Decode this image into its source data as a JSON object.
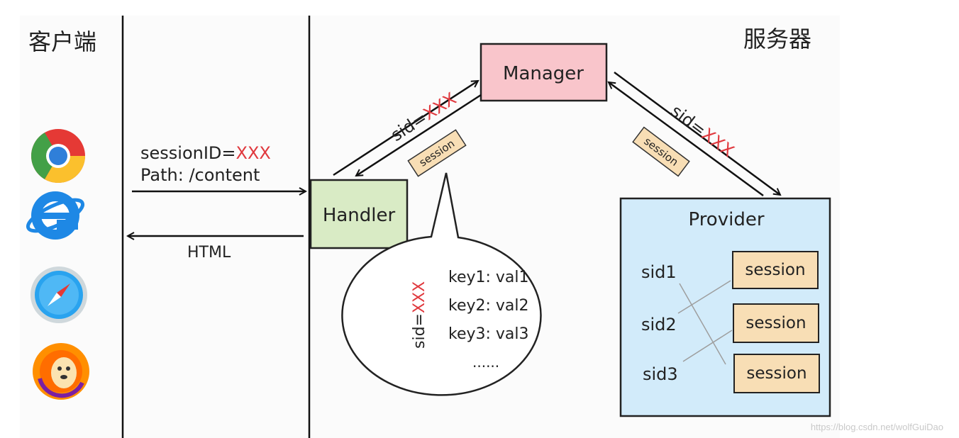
{
  "labels": {
    "client": "客户端",
    "server": "服务器",
    "manager": "Manager",
    "handler": "Handler",
    "provider": "Provider",
    "html": "HTML"
  },
  "request": {
    "session_key": "sessionID=",
    "session_val": "XXX",
    "path": "Path: /content"
  },
  "sid_tag": {
    "prefix": "sid=",
    "value": "XXX"
  },
  "session_tag": "session",
  "bubble": {
    "sid_prefix": "sid=",
    "sid_value": "XXX",
    "entries": [
      "key1: val1",
      "key2: val2",
      "key3: val3"
    ],
    "ellipsis": "......"
  },
  "provider_rows": [
    {
      "sid": "sid1",
      "session": "session"
    },
    {
      "sid": "sid2",
      "session": "session"
    },
    {
      "sid": "sid3",
      "session": "session"
    }
  ],
  "browsers": [
    "chrome-icon",
    "ie-icon",
    "safari-icon",
    "firefox-icon"
  ],
  "watermark": "https://blog.csdn.net/wolfGuiDao",
  "colors": {
    "manager_fill": "#f9c5cb",
    "handler_fill": "#d9ebc5",
    "provider_fill": "#d2ebfa",
    "tag_fill": "#f8deb5",
    "accent_red": "#e0393e"
  }
}
